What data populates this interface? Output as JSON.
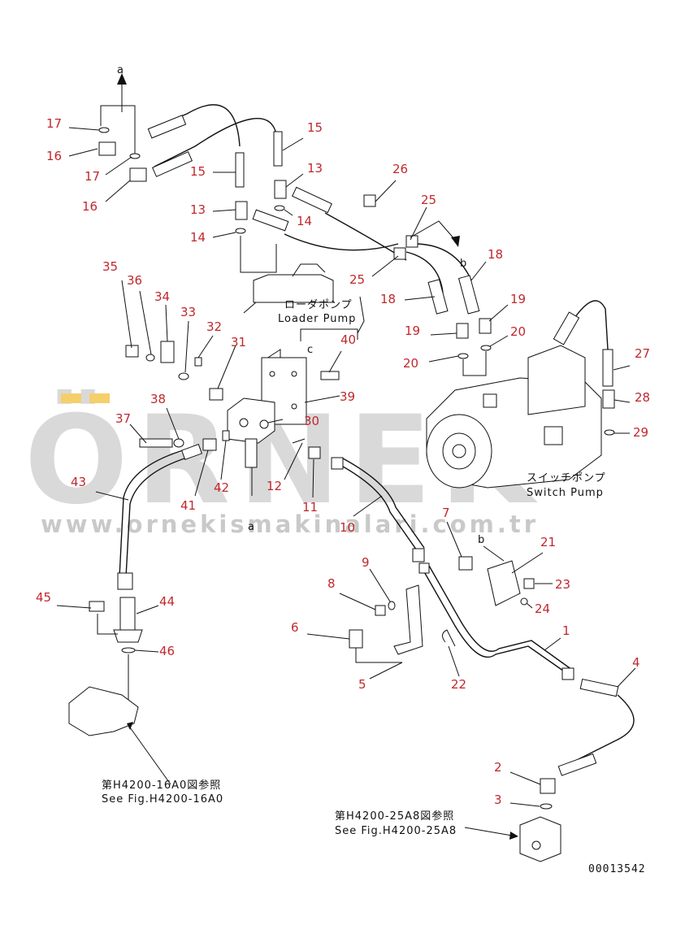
{
  "watermark": {
    "brand": "ÖRNEK",
    "url": "www.ornekismakinalari.com.tr"
  },
  "labels": {
    "loader_pump_jp": "ローダポンプ",
    "loader_pump_en": "Loader Pump",
    "switch_pump_jp": "スイッチポンプ",
    "switch_pump_en": "Switch Pump",
    "ref1_jp": "第H4200-16A0図参照",
    "ref1_en": "See Fig.H4200-16A0",
    "ref2_jp": "第H4200-25A8図参照",
    "ref2_en": "See Fig.H4200-25A8",
    "conn_a": "a",
    "conn_b": "b",
    "conn_c": "c",
    "drawing_no": "00013542"
  },
  "callouts": [
    "1",
    "2",
    "3",
    "4",
    "5",
    "6",
    "7",
    "8",
    "9",
    "10",
    "11",
    "12",
    "13",
    "14",
    "15",
    "16",
    "17",
    "18",
    "19",
    "20",
    "21",
    "22",
    "23",
    "24",
    "25",
    "26",
    "27",
    "28",
    "29",
    "30",
    "31",
    "32",
    "33",
    "34",
    "35",
    "36",
    "37",
    "38",
    "39",
    "40",
    "41",
    "42",
    "43",
    "44",
    "45",
    "46"
  ],
  "colors": {
    "callout": "#c0282d",
    "line": "#111111",
    "watermark": "#d9d9d9"
  }
}
